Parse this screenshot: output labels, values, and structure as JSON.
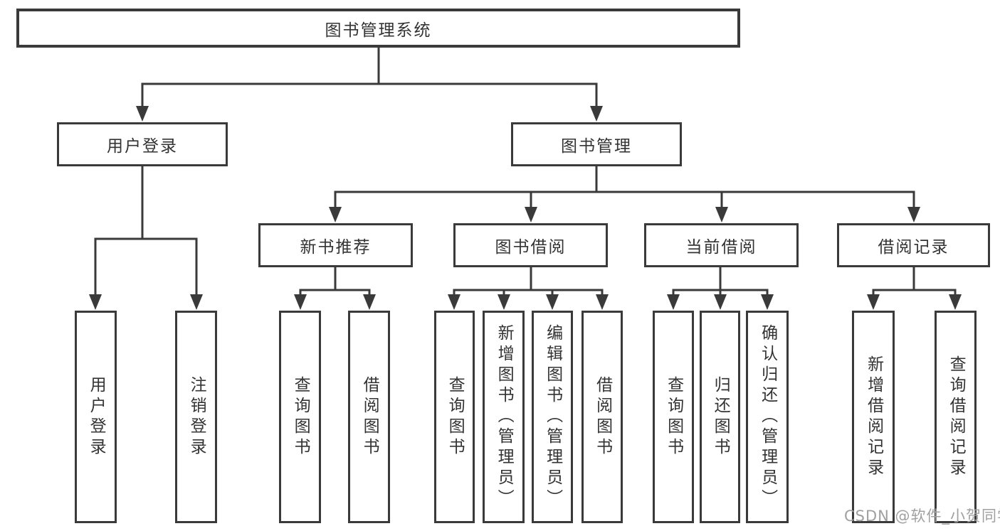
{
  "diagram": {
    "root": "图书管理系统",
    "level2": {
      "user_login": {
        "label": "用户登录",
        "children": [
          "用户登录",
          "注销登录"
        ]
      },
      "book_management": {
        "label": "图书管理",
        "sections": {
          "new_book_recommend": {
            "label": "新书推荐",
            "children": [
              "查询图书",
              "借阅图书"
            ]
          },
          "book_borrowing": {
            "label": "图书借阅",
            "children": [
              "查询图书",
              "新增图书（管理员）",
              "编辑图书（管理员）",
              "借阅图书"
            ]
          },
          "current_borrowing": {
            "label": "当前借阅",
            "children": [
              "查询图书",
              "归还图书",
              "确认归还（管理员）"
            ]
          },
          "borrowing_records": {
            "label": "借阅记录",
            "children": [
              "新增借阅记录",
              "查询借阅记录"
            ]
          }
        }
      }
    },
    "line_color": "#3a3a3a",
    "text_color": "#333333"
  },
  "watermark": "CSDN @软件_小贺同学"
}
